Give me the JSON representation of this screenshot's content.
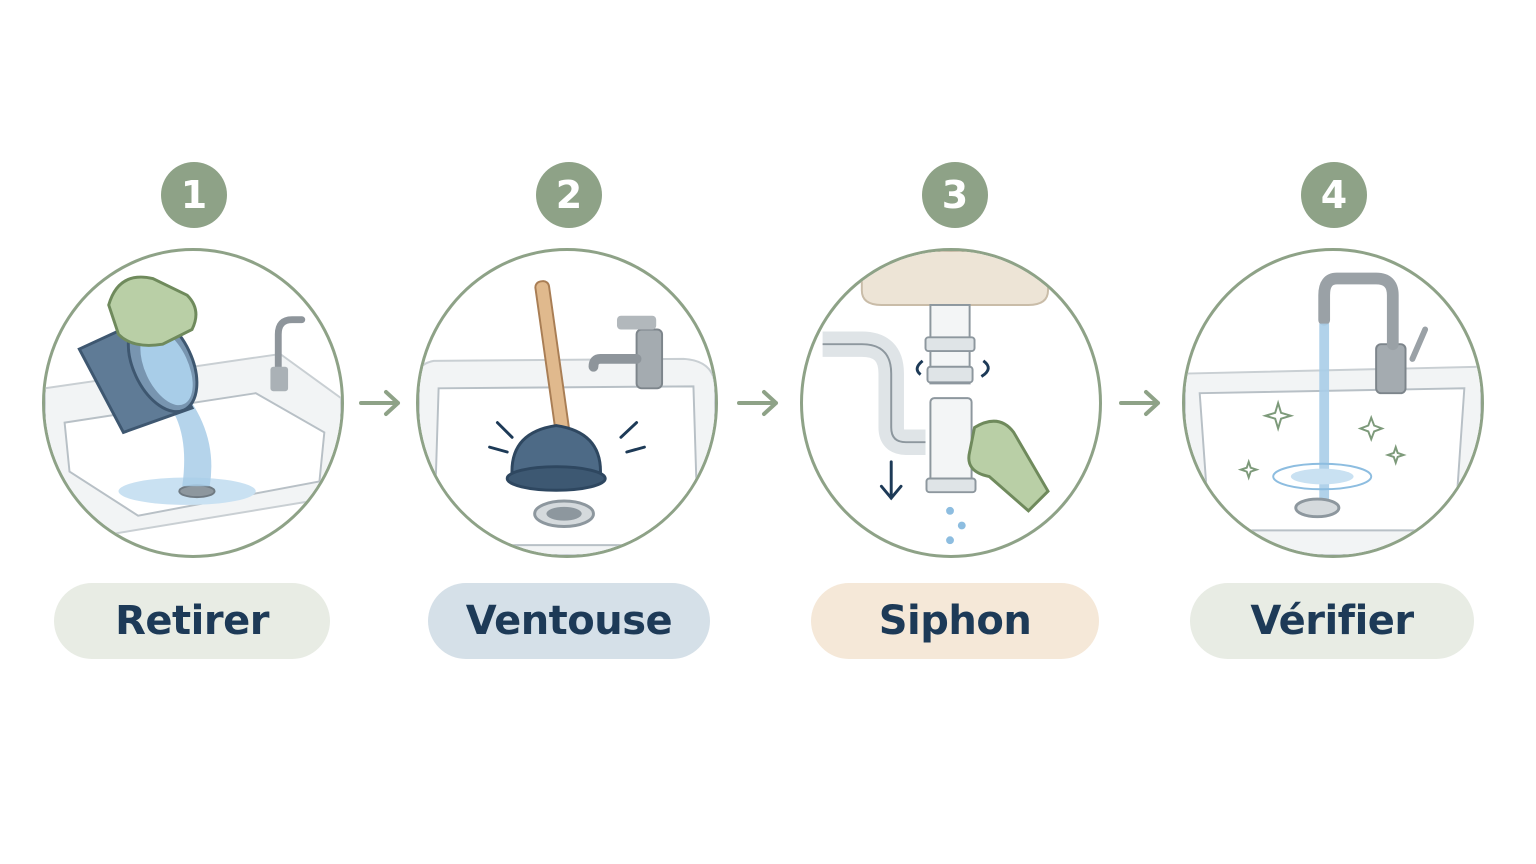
{
  "steps": [
    {
      "number": "1",
      "label": "Retirer",
      "pill_color": "#e8ece4",
      "illustration": "bucket-pouring-water-icon"
    },
    {
      "number": "2",
      "label": "Ventouse",
      "pill_color": "#d5e0e8",
      "illustration": "plunger-icon"
    },
    {
      "number": "3",
      "label": "Siphon",
      "pill_color": "#f5e8d8",
      "illustration": "siphon-trap-icon"
    },
    {
      "number": "4",
      "label": "Vérifier",
      "pill_color": "#e8ece4",
      "illustration": "running-faucet-icon"
    }
  ],
  "colors": {
    "accent": "#8ea287",
    "label_text": "#1d3a57",
    "water": "#9cc7e6"
  },
  "connector_icon": "arrow-right-icon"
}
